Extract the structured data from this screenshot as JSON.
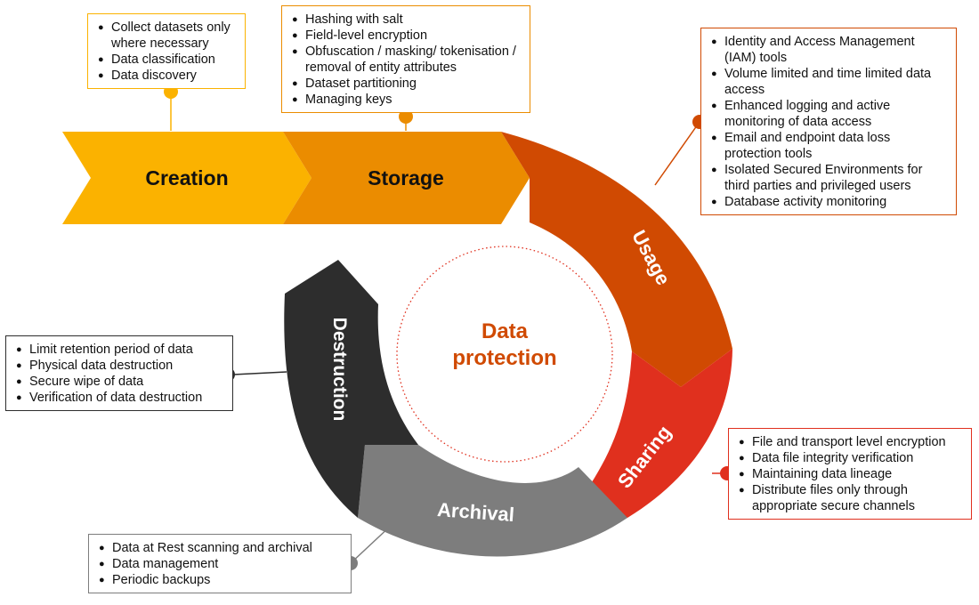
{
  "title": "Data protection",
  "title_lines": [
    "Data",
    "protection"
  ],
  "stages": [
    {
      "name": "Creation",
      "color": "#FBB200"
    },
    {
      "name": "Storage",
      "color": "#EB8C00"
    },
    {
      "name": "Usage",
      "color": "#D04A02"
    },
    {
      "name": "Sharing",
      "color": "#E0301E"
    },
    {
      "name": "Archival",
      "color": "#7D7D7D"
    },
    {
      "name": "Destruction",
      "color": "#2D2D2D"
    }
  ],
  "boxes": {
    "creation": [
      "Collect datasets only where necessary",
      "Data classification",
      "Data discovery"
    ],
    "storage": [
      "Hashing with salt",
      "Field-level encryption",
      "Obfuscation / masking/ tokenisation / removal of entity attributes",
      "Dataset partitioning",
      "Managing keys"
    ],
    "usage": [
      "Identity and Access Management (IAM) tools",
      "Volume limited and time limited data access",
      "Enhanced logging and active monitoring of data access",
      "Email and endpoint data loss protection tools",
      "Isolated Secured Environments for third parties and privileged users",
      "Database activity monitoring"
    ],
    "sharing": [
      "File and transport level encryption",
      "Data file integrity verification",
      "Maintaining data lineage",
      "Distribute files only through appropriate secure channels"
    ],
    "archival": [
      "Data at Rest scanning and archival",
      "Data management",
      "Periodic backups"
    ],
    "destruction": [
      "Limit retention period of data",
      "Physical data destruction",
      "Secure wipe of data",
      "Verification of data destruction"
    ]
  }
}
